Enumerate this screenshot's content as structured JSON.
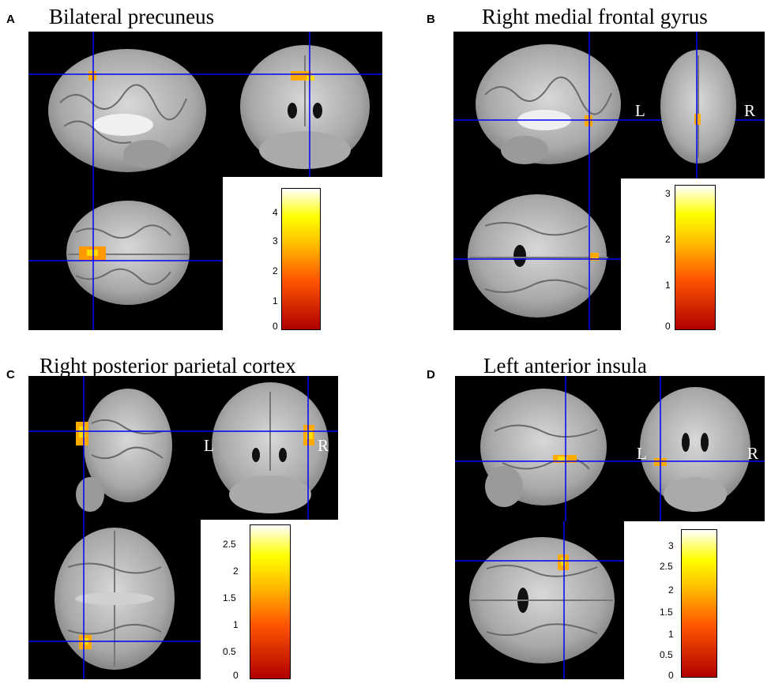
{
  "panels": [
    {
      "letter": "A",
      "title": "Bilateral precuneus",
      "colorbar_ticks": [
        "4",
        "3",
        "2",
        "1",
        "0"
      ]
    },
    {
      "letter": "B",
      "title": "Right medial frontal gyrus",
      "colorbar_ticks": [
        "3",
        "2",
        "1",
        "0"
      ],
      "left_label": "L",
      "right_label": "R"
    },
    {
      "letter": "C",
      "title": "Right posterior parietal cortex",
      "colorbar_ticks": [
        "2.5",
        "2",
        "1.5",
        "1",
        "0.5",
        "0"
      ],
      "left_label": "L",
      "right_label": "R"
    },
    {
      "letter": "D",
      "title": "Left anterior insula",
      "colorbar_ticks": [
        "3",
        "2.5",
        "2",
        "1.5",
        "1",
        "0.5",
        "0"
      ],
      "left_label": "L",
      "right_label": "R"
    }
  ],
  "colors": {
    "crosshair": "#0000ff",
    "colormap_low": "#c00000",
    "colormap_mid": "#ff9900",
    "colormap_high": "#ffffff",
    "background": "#000000"
  }
}
